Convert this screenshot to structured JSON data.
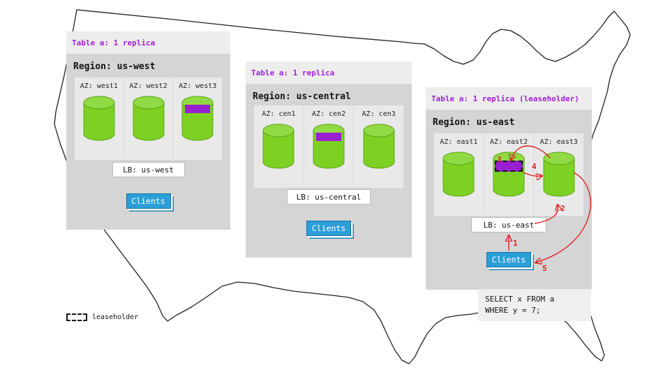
{
  "colors": {
    "accent_purple": "#A21FD8",
    "replica_purple": "#9A1FD0",
    "cylinder_green": "#7CD123",
    "clients_blue": "#2B9FD8",
    "arrow_red": "#E02020",
    "panel_header_bg": "#EDEDED",
    "panel_body_bg": "#D5D5D5"
  },
  "regions": [
    {
      "table_label": "Table a: 1 replica",
      "region_label": "Region: us-west",
      "azs": [
        {
          "label": "AZ: west1",
          "replica": false
        },
        {
          "label": "AZ: west2",
          "replica": false
        },
        {
          "label": "AZ: west3",
          "replica": true
        }
      ],
      "lb_label": "LB: us-west",
      "clients_label": "Clients"
    },
    {
      "table_label": "Table a: 1 replica",
      "region_label": "Region: us-central",
      "azs": [
        {
          "label": "AZ: cen1",
          "replica": false
        },
        {
          "label": "AZ: cen2",
          "replica": true
        },
        {
          "label": "AZ: cen3",
          "replica": false
        }
      ],
      "lb_label": "LB: us-central",
      "clients_label": "Clients"
    },
    {
      "table_label": "Table a: 1 replica (leaseholder)",
      "region_label": "Region: us-east",
      "azs": [
        {
          "label": "AZ: east1",
          "replica": false
        },
        {
          "label": "AZ: east2",
          "replica": true,
          "leaseholder": true
        },
        {
          "label": "AZ: east3",
          "replica": false
        }
      ],
      "lb_label": "LB: us-east",
      "clients_label": "Clients"
    }
  ],
  "query": {
    "line1": "SELECT x FROM a",
    "line2": "WHERE y = 7;"
  },
  "flow": {
    "steps": [
      "1",
      "2",
      "3",
      "4",
      "5"
    ]
  },
  "legend": {
    "label": "leaseholder"
  }
}
